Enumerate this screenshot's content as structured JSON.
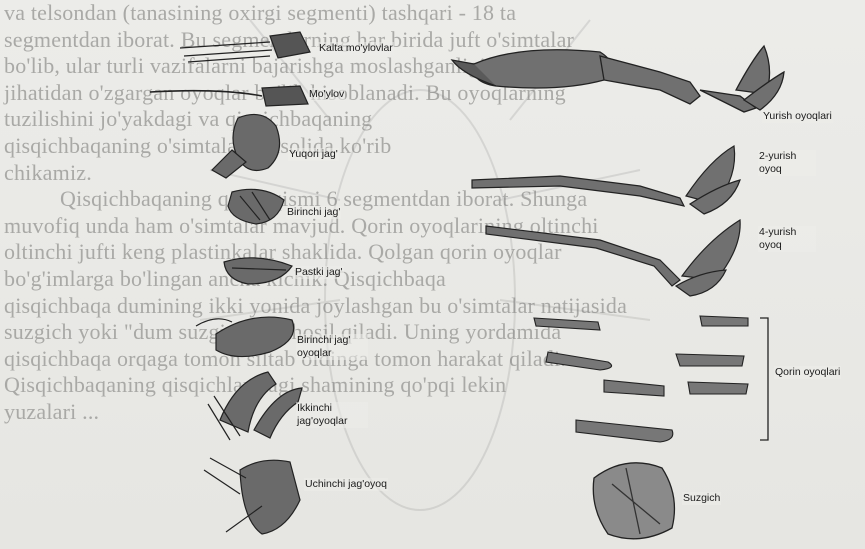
{
  "background_text": [
    "va telsondan (tanasining oxirgi segmenti) tashqari - 18 ta",
    "segmentdan iborat. Bu segmentlarning har birida juft o'simtalar",
    "bo'lib, ular turli vazifalarni bajarishga moslashganligi sababli",
    "jihatidan o'zgargan oyoqlar bo'lib hisoblanadi. Bu oyoqlarning",
    "tuzilishini jo'yakdagi va qisqichbaqaning",
    "qisqichbaqaning o'simtalari misolida ko'rib",
    "chikamiz.",
    "Qisqichbaqaning qorin qismi 6 segmentdan iborat. Shunga",
    "muvofiq unda ham o'simtalar mavjud. Qorin oyoqlarining oltinchi",
    "oltinchi jufti keng plastinkalar shaklida. Qolgan qorin oyoqlar",
    "bo'g'imlarga bo'lingan ancha kichik. Qisqichbaqa",
    "qisqichbaqa dumining ikki yonida joylashgan bu o'simtalar natijasida",
    "suzgich yoki \"dum suzgichi\" ni hosil qiladi. Uning yordamida",
    "qisqichbaqa orqaga tomon siltab oldinga tomon harakat qiladi.",
    "Qisqichbaqaning qisqichlaridagi shamining qo'pqi lekin",
    "yuzalari ..."
  ],
  "labels": {
    "kalta_moylovlar": "Kalta mo'ylovlar",
    "moylov": "Mo'ylov",
    "yuqori_jag": "Yuqori jag'",
    "birinchi_jag": "Birinchi jag'",
    "pastki_jag": "Pastki jag'",
    "birinchi_jag_oyoqlar": "Birinchi jag' oyoqlar",
    "ikkinchi_jag_oyoqlar": "Ikkinchi jag'oyoqlar",
    "uchinchi_jag_oyoq": "Uchinchi jag'oyoq",
    "yurish_oyoqlari": "Yurish oyoqlari",
    "yurish_2": "2-yurish oyoq",
    "yurish_4": "4-yurish oyoq",
    "qorin_oyoqlar": "Qorin oyoqlari",
    "suzgich": "Suzgich"
  }
}
